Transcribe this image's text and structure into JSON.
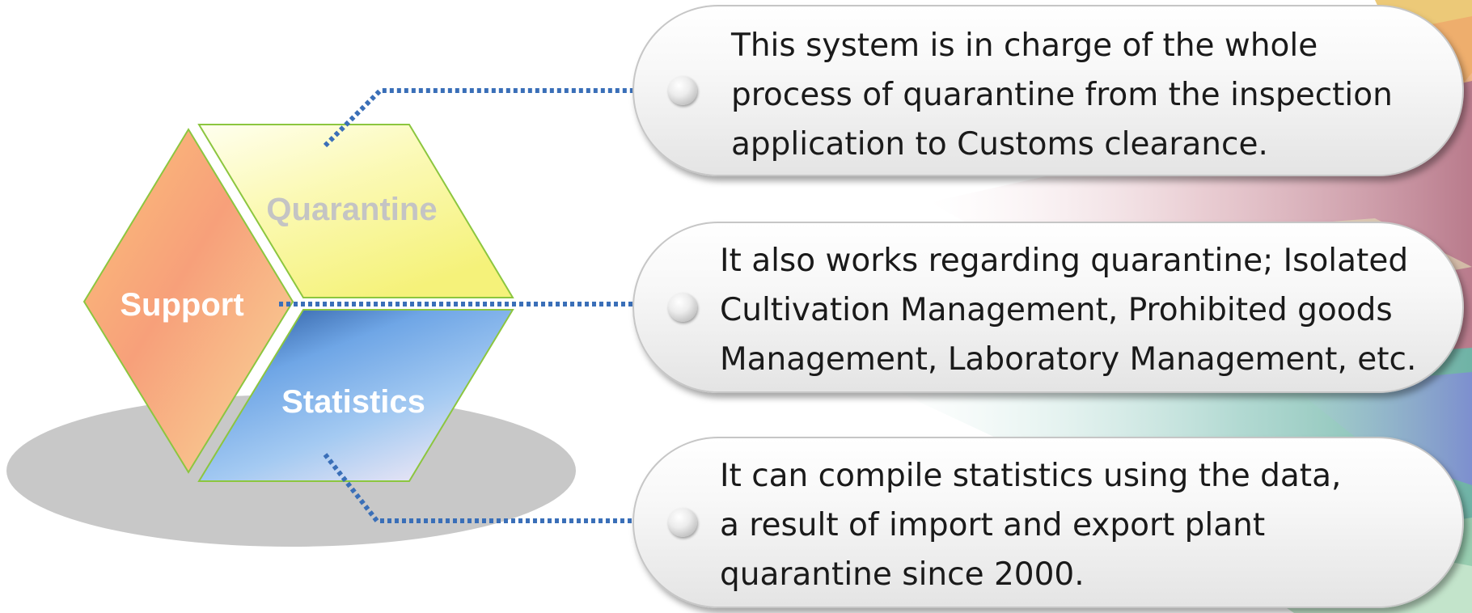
{
  "diagram": {
    "faces": {
      "quarantine": "Quarantine",
      "support": "Support",
      "statistics": "Statistics"
    },
    "callouts": [
      {
        "lines": [
          "This system is in charge of the whole",
          "process of quarantine from the inspection",
          "application to Customs clearance."
        ]
      },
      {
        "lines": [
          "It also works regarding quarantine; Isolated",
          "Cultivation Management, Prohibited goods",
          "Management, Laboratory Management, etc."
        ]
      },
      {
        "lines": [
          "It can compile statistics using the data,",
          "a result of import and export plant",
          "quarantine since 2000."
        ]
      }
    ]
  },
  "colors": {
    "connector": "#3a6fb8",
    "face_outline": "#8cc63f",
    "quarantine_label": "#c4c4c4",
    "label_white": "#ffffff",
    "shadow_ellipse": "#c8c8c8"
  }
}
